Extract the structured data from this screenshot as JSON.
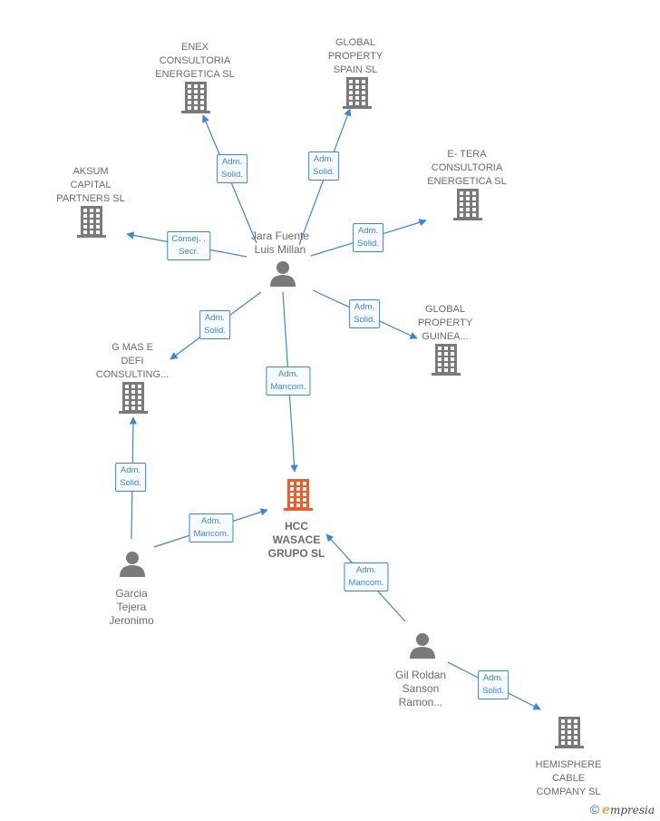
{
  "colors": {
    "edge": "#3c86d6",
    "building": "#7a7a7a",
    "focus": "#f15a2a",
    "person": "#7a7a7a"
  },
  "nodes": [
    {
      "id": "enex",
      "type": "company",
      "label": "ENEX\nCONSULTORIA\nENERGETICA SL"
    },
    {
      "id": "global_spain",
      "type": "company",
      "label": "GLOBAL\nPROPERTY\nSPAIN  SL"
    },
    {
      "id": "aksum",
      "type": "company",
      "label": "AKSUM\nCAPITAL\nPARTNERS  SL"
    },
    {
      "id": "etera",
      "type": "company",
      "label": "E- TERA\nCONSULTORIA\nENERGETICA SL"
    },
    {
      "id": "jara",
      "type": "person",
      "label": "Jara Fuente\nLuis Millan"
    },
    {
      "id": "gmas",
      "type": "company",
      "label": "G MAS E\nDEFI\nCONSULTING..."
    },
    {
      "id": "global_guinea",
      "type": "company",
      "label": "GLOBAL\nPROPERTY\nGUINEA..."
    },
    {
      "id": "hcc",
      "type": "focus",
      "label": "HCC\nWASACE\nGRUPO  SL"
    },
    {
      "id": "garcia",
      "type": "person",
      "label": "Garcia\nTejera\nJeronimo"
    },
    {
      "id": "gil",
      "type": "person",
      "label": "Gil Roldan\nSanson\nRamon..."
    },
    {
      "id": "hemisphere",
      "type": "company",
      "label": "HEMISPHERE\nCABLE\nCOMPANY  SL"
    }
  ],
  "edges": [
    {
      "from": "jara",
      "to": "enex",
      "label": "Adm.\nSolid."
    },
    {
      "from": "jara",
      "to": "global_spain",
      "label": "Adm.\nSolid."
    },
    {
      "from": "jara",
      "to": "aksum",
      "label": "Consej. .\nSecr."
    },
    {
      "from": "jara",
      "to": "etera",
      "label": "Adm.\nSolid."
    },
    {
      "from": "jara",
      "to": "gmas",
      "label": "Adm.\nSolid."
    },
    {
      "from": "jara",
      "to": "global_guinea",
      "label": "Adm.\nSolid."
    },
    {
      "from": "jara",
      "to": "hcc",
      "label": "Adm.\nMancom."
    },
    {
      "from": "garcia",
      "to": "gmas",
      "label": "Adm.\nSolid."
    },
    {
      "from": "garcia",
      "to": "hcc",
      "label": "Adm.\nMancom."
    },
    {
      "from": "gil",
      "to": "hcc",
      "label": "Adm.\nMancom."
    },
    {
      "from": "gil",
      "to": "hemisphere",
      "label": "Adm.\nSolid."
    }
  ],
  "footer": {
    "copyright": "©",
    "brand_initial": "e",
    "brand_rest": "mpresia"
  }
}
